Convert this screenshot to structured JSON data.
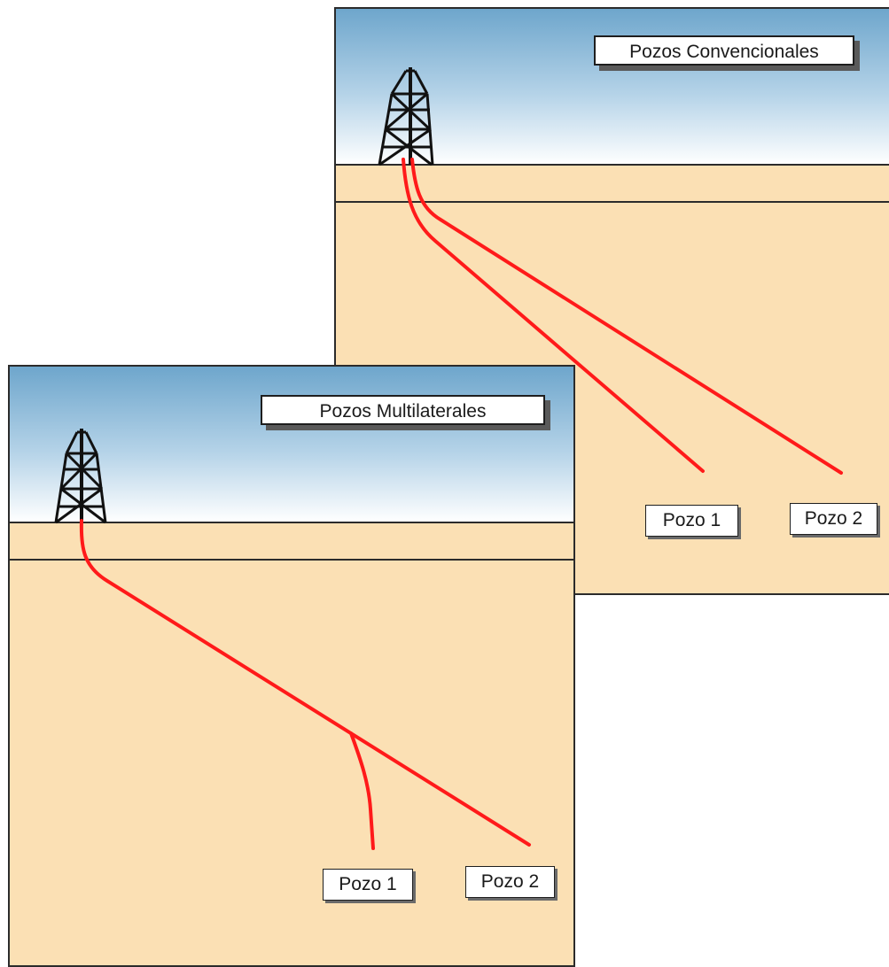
{
  "diagram": {
    "panels": [
      {
        "id": "conventional",
        "title": "Pozos Convencionales",
        "wells": [
          {
            "label": "Pozo 1"
          },
          {
            "label": "Pozo 2"
          }
        ]
      },
      {
        "id": "multilateral",
        "title": "Pozos Multilaterales",
        "wells": [
          {
            "label": "Pozo 1"
          },
          {
            "label": "Pozo 2"
          }
        ]
      }
    ],
    "colors": {
      "sky_top": "#6ea6cc",
      "sky_bottom": "#ffffff",
      "ground": "#fbe0b4",
      "well_path": "#ff1a1a",
      "derrick": "#111111",
      "border": "#2b2b2b"
    }
  }
}
